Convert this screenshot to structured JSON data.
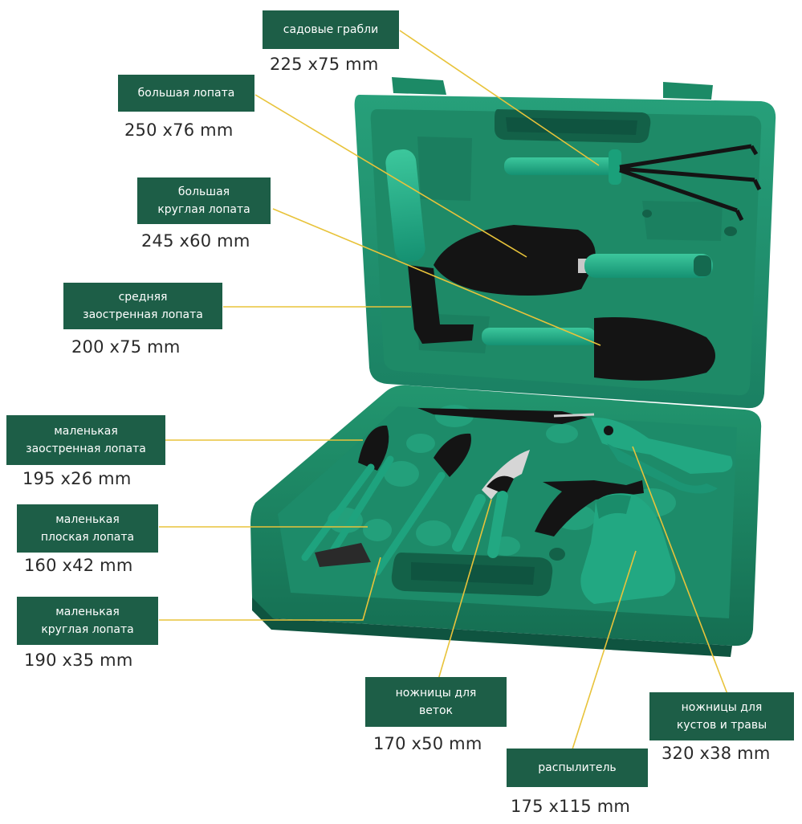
{
  "items": [
    {
      "id": "rake",
      "label": "садовые грабли",
      "size": "225 x75 mm",
      "icon": "garden-rake-icon"
    },
    {
      "id": "big-shovel",
      "label": "большая лопата",
      "size": "250 x76 mm",
      "icon": "large-shovel-icon"
    },
    {
      "id": "big-round-shovel",
      "label": "большая\nкруглая лопата",
      "size": "245 x60 mm",
      "icon": "large-round-shovel-icon"
    },
    {
      "id": "mid-pointed-shovel",
      "label": "средняя\nзаостренная лопата",
      "size": "200 x75 mm",
      "icon": "medium-pointed-shovel-icon"
    },
    {
      "id": "small-pointed-shovel",
      "label": "маленькая\nзаостренная лопата",
      "size": "195 x26 mm",
      "icon": "small-pointed-shovel-icon"
    },
    {
      "id": "small-flat-shovel",
      "label": "маленькая\nплоская лопата",
      "size": "160 x42 mm",
      "icon": "small-flat-shovel-icon"
    },
    {
      "id": "small-round-shovel",
      "label": "маленькая\nкруглая лопата",
      "size": "190 x35 mm",
      "icon": "small-round-shovel-icon"
    },
    {
      "id": "branch-shears",
      "label": "ножницы для\nветок",
      "size": "170 x50 mm",
      "icon": "branch-shears-icon"
    },
    {
      "id": "sprayer",
      "label": "распылитель",
      "size": "175 x115 mm",
      "icon": "spray-nozzle-icon"
    },
    {
      "id": "hedge-shears",
      "label": "ножницы для\nкустов и травы",
      "size": "320 x38 mm",
      "icon": "hedge-shears-icon"
    }
  ],
  "colors": {
    "case_green": "#1f8f6c",
    "case_dark": "#14694f",
    "case_light": "#2aa57f",
    "label_bg": "#1d5e47",
    "leader_line": "#e8c33a",
    "tool_black": "#141414",
    "handle_green": "#22a882"
  }
}
